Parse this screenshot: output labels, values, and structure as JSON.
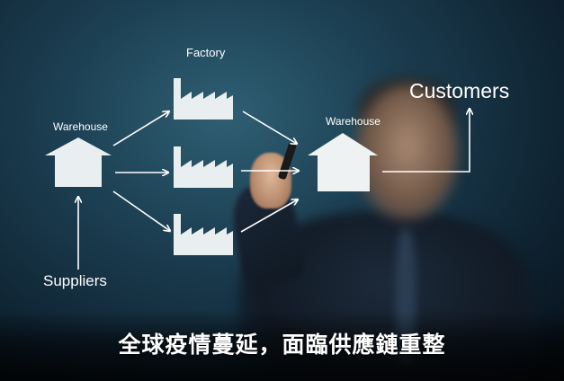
{
  "diagram": {
    "factory_label": "Factory",
    "warehouse_left_label": "Warehouse",
    "warehouse_right_label": "Warehouse",
    "customers_label": "Customers",
    "suppliers_label": "Suppliers"
  },
  "caption": {
    "text": "全球疫情蔓延，面臨供應鏈重整"
  },
  "colors": {
    "drawing": "#ffffff",
    "background_center": "#2f5f73",
    "background_edge": "#070f16"
  },
  "icons": [
    "house-icon",
    "factory-icon",
    "arrow-icon"
  ]
}
